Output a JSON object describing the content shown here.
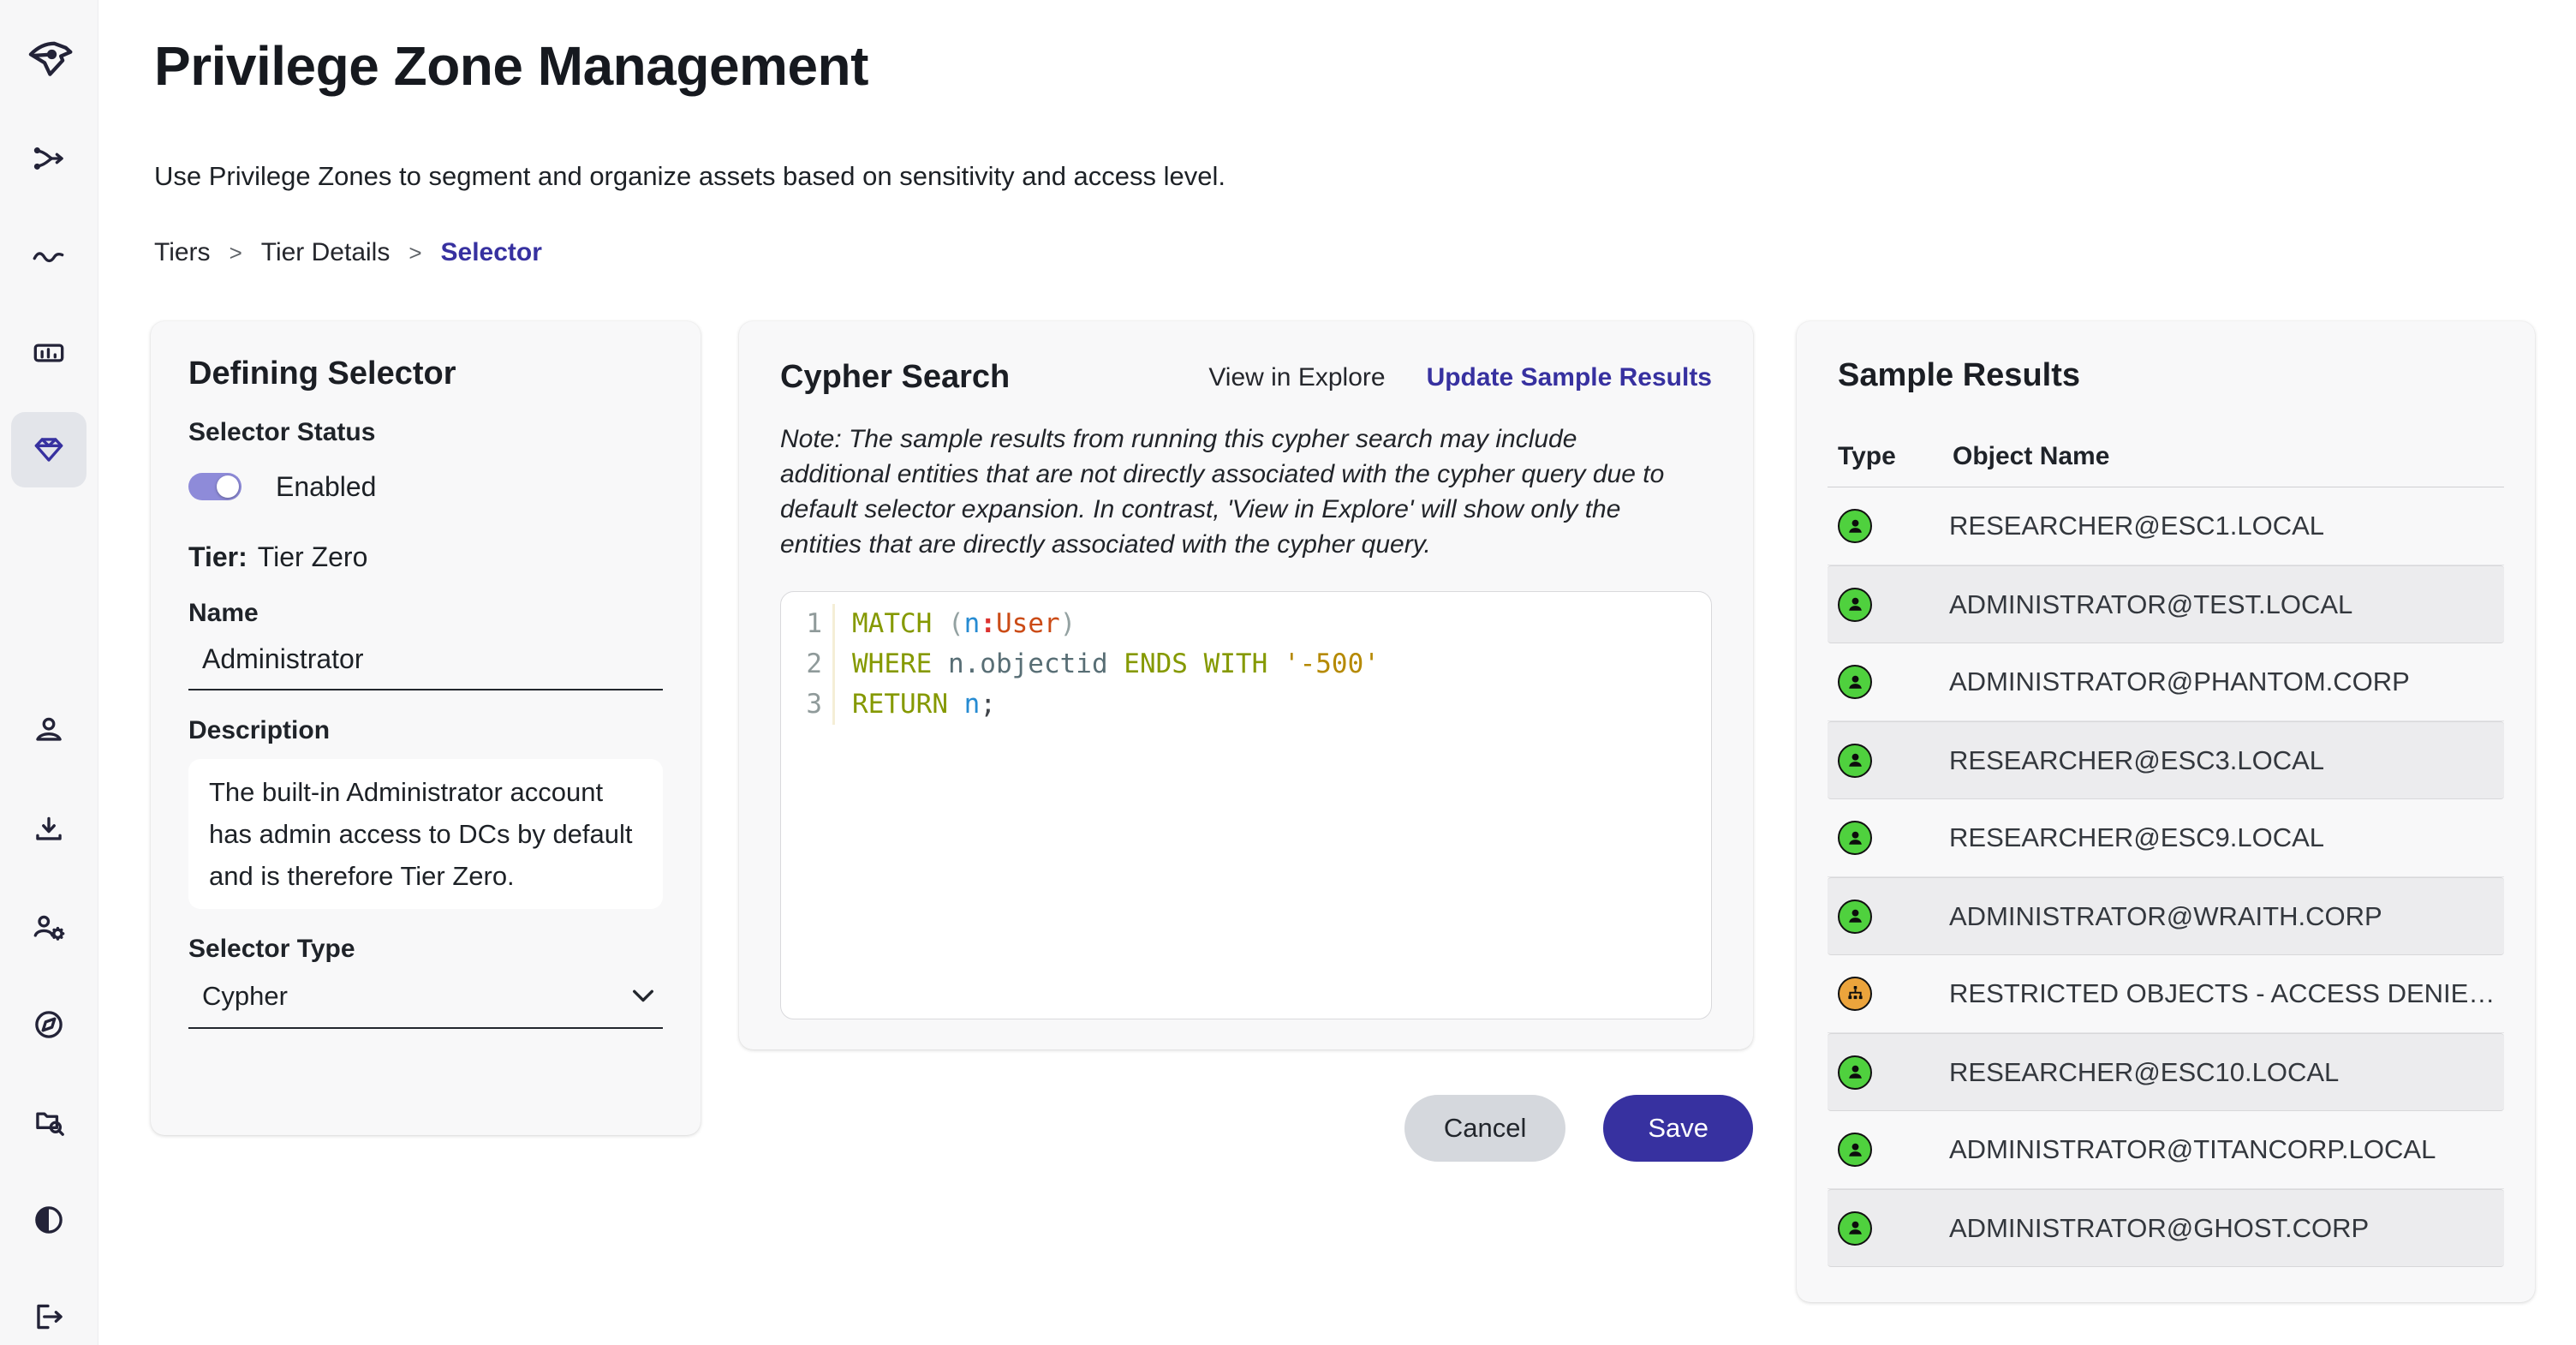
{
  "page": {
    "title": "Privilege Zone Management",
    "subtitle": "Use Privilege Zones to segment and organize assets based on sensitivity and access level."
  },
  "breadcrumb": {
    "separator": ">",
    "items": [
      {
        "label": "Tiers"
      },
      {
        "label": "Tier Details"
      },
      {
        "label": "Selector",
        "active": true
      }
    ]
  },
  "sidebar": {
    "selected": "privilege-zones",
    "icons": [
      "bloodhound-logo-icon",
      "attack-paths-icon",
      "posture-icon",
      "reports-icon",
      "privilege-zones-icon",
      "profile-icon",
      "download-collectors-icon",
      "administration-icon",
      "explore-icon",
      "file-ingest-icon",
      "theme-toggle-icon",
      "logout-icon"
    ]
  },
  "defining_selector": {
    "title": "Defining Selector",
    "status_label": "Selector Status",
    "status_value": "Enabled",
    "status_enabled": true,
    "tier_label": "Tier:",
    "tier_value": "Tier Zero",
    "name_label": "Name",
    "name_value": "Administrator",
    "description_label": "Description",
    "description_value": "The built-in Administrator account has admin access to DCs by default and is therefore Tier Zero.",
    "type_label": "Selector Type",
    "type_value": "Cypher"
  },
  "cypher_search": {
    "title": "Cypher Search",
    "view_in_explore": "View in Explore",
    "update_sample_results": "Update Sample Results",
    "note": "Note: The sample results from running this cypher search may include additional entities that are not directly associated with the cypher query due to default selector expansion. In contrast, 'View in Explore' will show only the entities that are directly associated with the cypher query.",
    "code_lines": [
      {
        "number": "1",
        "tokens": [
          {
            "text": "MATCH ",
            "type": "keyword"
          },
          {
            "text": "(",
            "type": "punct"
          },
          {
            "text": "n",
            "type": "var"
          },
          {
            "text": ":",
            "type": "colon"
          },
          {
            "text": "User",
            "type": "type"
          },
          {
            "text": ")",
            "type": "punct"
          }
        ]
      },
      {
        "number": "2",
        "tokens": [
          {
            "text": "WHERE ",
            "type": "keyword"
          },
          {
            "text": "n.objectid",
            "type": "prop"
          },
          {
            "text": " ENDS WITH ",
            "type": "keyword"
          },
          {
            "text": "'-500'",
            "type": "string"
          }
        ]
      },
      {
        "number": "3",
        "tokens": [
          {
            "text": "RETURN ",
            "type": "keyword"
          },
          {
            "text": "n",
            "type": "var"
          },
          {
            "text": ";",
            "type": "semi"
          }
        ]
      }
    ],
    "cancel_label": "Cancel",
    "save_label": "Save"
  },
  "sample_results": {
    "title": "Sample Results",
    "columns": [
      "Type",
      "Object Name"
    ],
    "rows": [
      {
        "icon": "user",
        "name": "RESEARCHER@ESC1.LOCAL"
      },
      {
        "icon": "user",
        "name": "ADMINISTRATOR@TEST.LOCAL"
      },
      {
        "icon": "user",
        "name": "ADMINISTRATOR@PHANTOM.CORP"
      },
      {
        "icon": "user",
        "name": "RESEARCHER@ESC3.LOCAL"
      },
      {
        "icon": "user",
        "name": "RESEARCHER@ESC9.LOCAL"
      },
      {
        "icon": "user",
        "name": "ADMINISTRATOR@WRAITH.CORP"
      },
      {
        "icon": "group",
        "name": "RESTRICTED OBJECTS - ACCESS DENIED@…"
      },
      {
        "icon": "user",
        "name": "RESEARCHER@ESC10.LOCAL"
      },
      {
        "icon": "user",
        "name": "ADMINISTRATOR@TITANCORP.LOCAL"
      },
      {
        "icon": "user",
        "name": "ADMINISTRATOR@GHOST.CORP"
      }
    ]
  },
  "colors": {
    "accent": "#3731a0",
    "toggle_track": "#8e8bd9",
    "icon_ink": "#232338",
    "text": "#1d2126",
    "card_bg": "#f8f8f9",
    "row_stripe": "#ececee",
    "node_user_green": "#4fd13e",
    "node_group_orange": "#eca43c",
    "code_keyword": "#859900",
    "code_punct": "#93a1a1",
    "code_var": "#268bd2",
    "code_colon": "#dc322f",
    "code_type": "#cb4b16",
    "code_prop": "#586e75",
    "code_string": "#b58900"
  }
}
